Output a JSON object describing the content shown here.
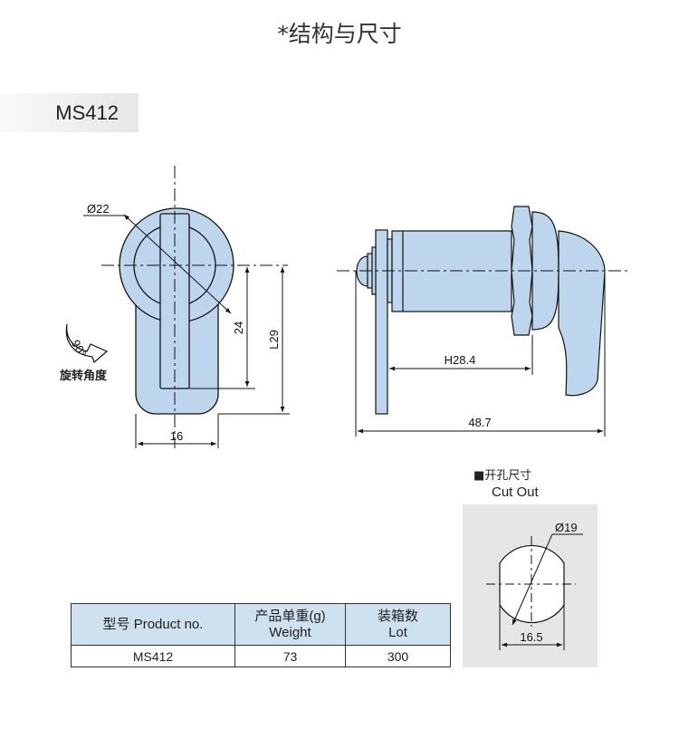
{
  "title": "*结构与尺寸",
  "model_banner": "MS412",
  "front_view": {
    "diameter_label": "Ø22",
    "dim_24": "24",
    "dim_length": "L29",
    "dim_width": "16",
    "rotation_angle": "90°",
    "rotation_label": "旋转角度"
  },
  "side_view": {
    "dim_height": "H28.4",
    "dim_total": "48.7"
  },
  "cutout": {
    "title_cn": "开孔尺寸",
    "title_en": "Cut Out",
    "diameter_label": "Ø19",
    "width_label": "16.5"
  },
  "table": {
    "headers": [
      [
        "型号 Product no.",
        ""
      ],
      [
        "产品单重(g)",
        "Weight"
      ],
      [
        "装箱数",
        "Lot"
      ]
    ],
    "rows": [
      [
        "MS412",
        "73",
        "300"
      ]
    ]
  },
  "colors": {
    "part_fill": "#bdd6ee",
    "header_bg": "#cfe0ee",
    "cutout_bg": "#e6e6e6"
  }
}
